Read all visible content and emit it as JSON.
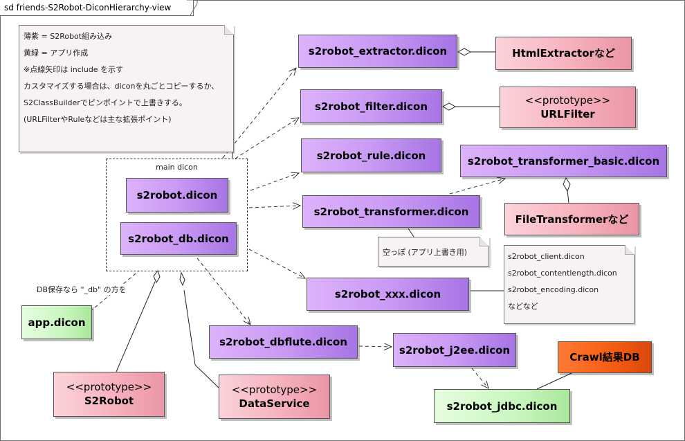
{
  "frame_title": "sd friends-S2Robot-DiconHierarchy-view",
  "legend_note": {
    "lines": [
      "薄紫 = S2Robot組み込み",
      "黄緑 = アプリ作成",
      "※点線矢印は include を示す",
      "",
      "カスタマイズする場合は、diconを丸ごとコピーするか、",
      "S2ClassBuilderでピンポイントで上書きする。",
      "(URLFilterやRuleなどは主な拡張ポイント)"
    ]
  },
  "group": {
    "label": "main dicon"
  },
  "boxes": {
    "s2robot": "s2robot.dicon",
    "s2robot_db": "s2robot_db.dicon",
    "extractor": "s2robot_extractor.dicon",
    "filter": "s2robot_filter.dicon",
    "rule": "s2robot_rule.dicon",
    "transformer": "s2robot_transformer.dicon",
    "transformer_basic": "s2robot_transformer_basic.dicon",
    "xxx": "s2robot_xxx.dicon",
    "dbflute": "s2robot_dbflute.dicon",
    "j2ee": "s2robot_j2ee.dicon",
    "jdbc": "s2robot_jdbc.dicon",
    "app": "app.dicon",
    "html_extractor": "HtmlExtractorなど",
    "url_filter": {
      "stereotype": "<<prototype>>",
      "name": "URLFilter"
    },
    "file_transformer": "FileTransformerなど",
    "s2robot_proto": {
      "stereotype": "<<prototype>>",
      "name": "S2Robot"
    },
    "data_service": {
      "stereotype": "<<prototype>>",
      "name": "DataService"
    },
    "crawl_db": "Crawl結果DB"
  },
  "transformer_note": "空っぽ (アプリ上書き用)",
  "xxx_note": {
    "lines": [
      "s2robot_client.dicon",
      "s2robot_contentlength.dicon",
      "s2robot_encoding.dicon",
      "などなど"
    ]
  },
  "app_label": "DB保存なら \"_db\" の方を",
  "colors": {
    "s2robot_builtin": "#c99af4",
    "app_created": "#caf6c0",
    "prototype": "#f6b2bd",
    "database": "#f45c12"
  }
}
